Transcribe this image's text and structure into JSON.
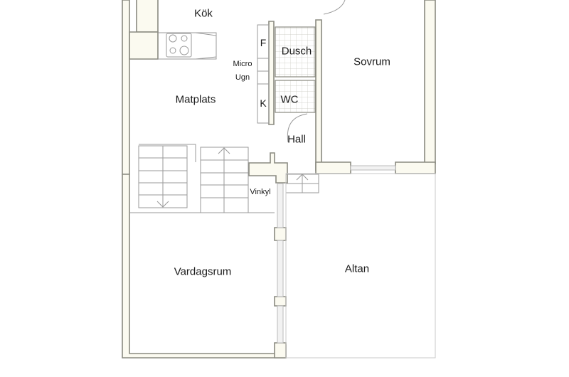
{
  "plan": {
    "rooms": {
      "kok": "Kök",
      "matplats": "Matplats",
      "micro": "Micro",
      "ugn": "Ugn",
      "f": "F",
      "k": "K",
      "dusch": "Dusch",
      "wc": "WC",
      "sovrum": "Sovrum",
      "hall": "Hall",
      "vinkyl": "Vinkyl",
      "vardagsrum": "Vardagsrum",
      "altan": "Altan"
    },
    "colors": {
      "wall_fill": "#fbfaf0",
      "wall_stroke": "#8a8a80",
      "line": "#9a9a9a",
      "window": "#cfcfcf"
    }
  }
}
